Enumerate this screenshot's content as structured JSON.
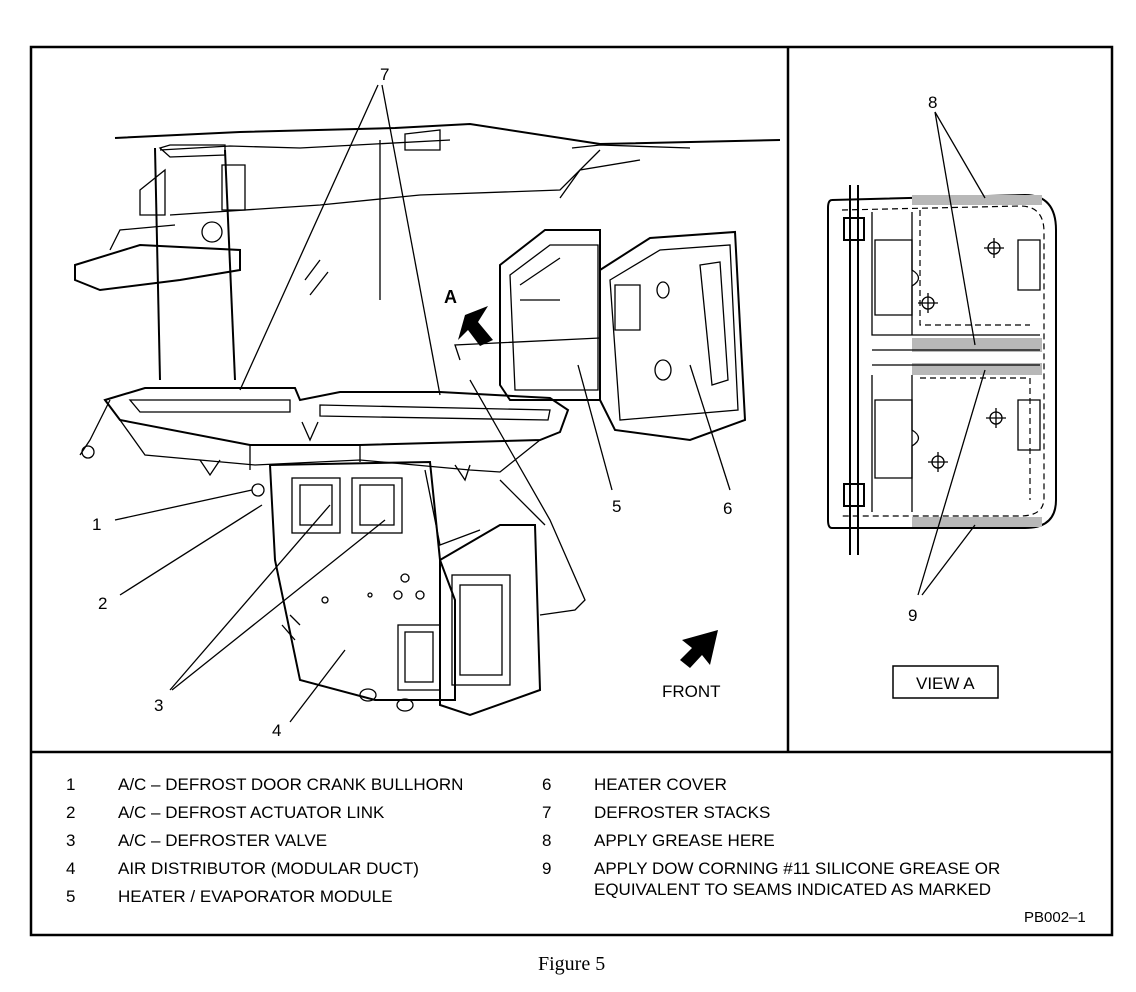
{
  "callouts": {
    "c1": "1",
    "c2": "2",
    "c3": "3",
    "c4": "4",
    "c5": "5",
    "c6": "6",
    "c7": "7",
    "c8": "8",
    "c9": "9"
  },
  "arrow_label": "A",
  "front_label": "FRONT",
  "view_label": "VIEW A",
  "legend": {
    "left": [
      {
        "num": "1",
        "text": "A/C – DEFROST DOOR CRANK BULLHORN"
      },
      {
        "num": "2",
        "text": "A/C – DEFROST ACTUATOR LINK"
      },
      {
        "num": "3",
        "text": "A/C – DEFROSTER VALVE"
      },
      {
        "num": "4",
        "text": "AIR DISTRIBUTOR (MODULAR DUCT)"
      },
      {
        "num": "5",
        "text": "HEATER / EVAPORATOR MODULE"
      }
    ],
    "right": [
      {
        "num": "6",
        "text": "HEATER COVER"
      },
      {
        "num": "7",
        "text": "DEFROSTER STACKS"
      },
      {
        "num": "8",
        "text": "APPLY GREASE HERE"
      },
      {
        "num": "9",
        "text": "APPLY DOW CORNING #11 SILICONE GREASE OR"
      },
      {
        "num": "",
        "text": "EQUIVALENT TO SEAMS INDICATED AS MARKED"
      }
    ]
  },
  "ref_code": "PB002–1",
  "caption": "Figure 5"
}
